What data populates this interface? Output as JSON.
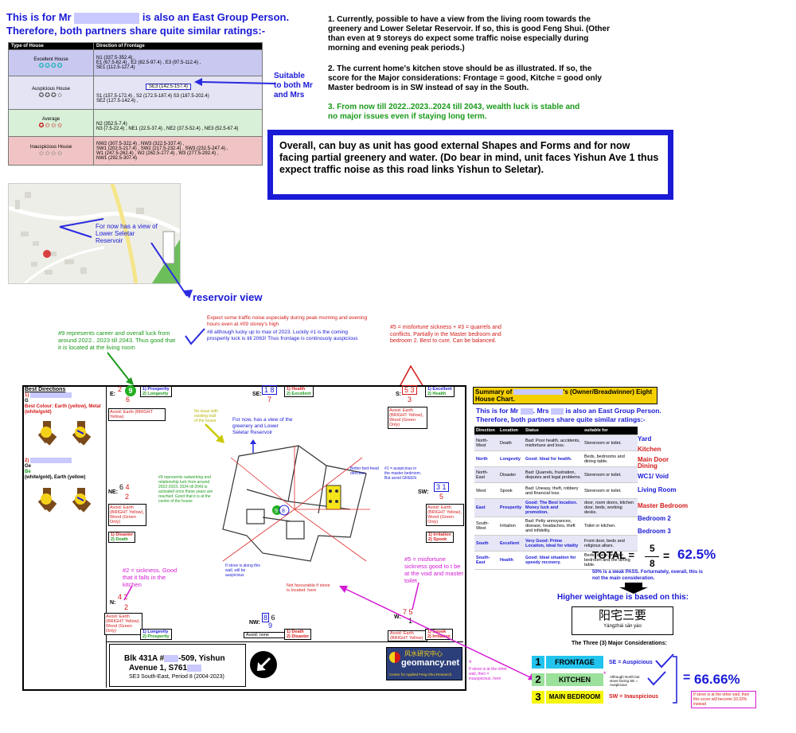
{
  "header": {
    "line1_pre": "This is for Mr",
    "line1_post": "is also an East Group Person.",
    "line2": "Therefore, both partners share quite similar ratings:-"
  },
  "ratings_table": {
    "col1": "Type of House",
    "col2": "Direction of Frontage",
    "rows": [
      {
        "type": "Excellent House",
        "stars": "✪✪✪✪",
        "dirs": "N1 (337.5-352.4) ,\nE1 (67.5-82.4) , E2 (82.5-97.4) , E3 (97.5-112.4) ,\nSE1 (112.5-127.4)"
      },
      {
        "type": "Auspicious House",
        "stars": "✪✪✪✩",
        "highlight": "SE3 (142.5-157.4)",
        "dirs": "S1 (157.5-172.4) , S2 (172.5-187.4)  S3 (187.5-202.4)\nSE2 (127.5-142.4) ,"
      },
      {
        "type": "Average",
        "stars": "✪✩✩✩",
        "dirs": "N2 (352.5-7.4)\nN3 (7.5-22.4) , NE1 (22.5-37.4) , NE2 (37.5-52.4) , NE3 (52.5-67.4)"
      },
      {
        "type": "Inauspicious House",
        "stars": "✩✩✩✩",
        "dirs": "NW2 (307.5-322.4) , NW3 (322.5-337.4) ,\nSW1 (202.5-217.4) , SW2 (217.5-232.4) , SW3 (232.5-247.4) ,\nW1 (247.5-262.4) , W2 (262.5-277.4) , W3 (277.5-292.4) ,\nNW1 (292.5-307.4)"
      }
    ]
  },
  "suitable_note": "Suitable\nto both Mr\nand Mrs",
  "notes": {
    "n1": "1. Currently, possible to have a view from the living room towards the greenery and Lower Seletar Reservoir. If so, this is good Feng Shui. (Other than even at 9 storeys do expect some traffic noise especially during morning and evening peak periods.)",
    "n2": "2. The current home's kitchen stove should be as illustrated. If so, the score for the Major considerations: Frontage = good, Kitche = good only Master bedroom is in SW instead of say in the South.",
    "n3": "3. From now till 2022..2023..2024 till 2043, wealth luck is stable and no major issues even if staying long term."
  },
  "overall_box": "Overall, can buy as unit has good external Shapes and Forms and for now facing partial greenery and water. (Do bear in mind, unit faces Yishun Ave 1 thus expect traffic noise as this road links Yishun to Seletar).",
  "map": {
    "callout": "For now has a view of\nLower Seletar\nReservoir",
    "caption": "reservoir view"
  },
  "plan_notes": {
    "traffic": "Expect some traffic noise especially during peak morning and evening hours even at #09 storey's high",
    "eight": "#8 although lucky up to max of 2023. Luckily #1 is the coming prosperity luck is till 2063! Thus frontage is continously auspicious",
    "nine": "#9 represents career and overall luck from around 2022.. 2023 till 2043. Thus good that it is located at the living room",
    "misfortune_top": "#5 = misfortune sickness + #3 = quarrels and conflicts. Partially in the Master bedroom and bedroom 2. Best to cure. Can be balanced.",
    "greenery": "For now, has a view of the greenery and Lower Seletar Reservoir",
    "sickness": "#2 = sickness. Good that it falls in the kitchen",
    "misfortune_bottom": "#5 = misfortune sickness good to t be at the void and master toilet",
    "not_fav": "Not favourable if stove is located. here",
    "stove_wall": "If stove is along this wall, will be auspicious",
    "nine_small": "#9 represents outworking and relationship luck from around 2022-2023. 2024 till 2043 is activated once these years are reached. Good that it is at the centre of the house",
    "best_bed": "Better bed-head direction",
    "one_aus": "#1 = auspicious in the master bedroom. But avoid GREEN",
    "yellow_note": "No issue with existing wall of the house",
    "stove_other": "If stove is at the other wall, then = inauspicious. here"
  },
  "best_directions": {
    "title": "Best Directions",
    "item1": "1)",
    "item1_sub": "G",
    "best_colour": "Best Colour: Earth (yellow), Metal (white/gold)",
    "item2": "2)",
    "item2_sub1": "Ge",
    "item2_sub2": "Be",
    "item2_colour": "(white/gold), Earth (yellow)"
  },
  "palaces": {
    "E": {
      "dir": "E:",
      "nums": "2  9",
      "bottom": "6",
      "l1": "1) Prosperity",
      "l2": "2) Longevity",
      "avoid": "Avoid: Earth (BRIGHT Yellow)"
    },
    "SE": {
      "dir": "SE:",
      "nums": "1  8",
      "bottom": "7",
      "l1": "1) Health",
      "l2": "2) Excellent"
    },
    "S": {
      "dir": "S:",
      "nums": "5  3",
      "bottom": "3",
      "l1": "1) Excellent",
      "l2": "2) Health",
      "avoid": "Avoid: Earth (BRIGHT Yellow), Wood (Green Only)"
    },
    "NE": {
      "dir": "NE:",
      "nums": "6  4",
      "bottom": "2",
      "l1": "1) Disaster",
      "l2": "2) Death",
      "avoid": "Avoid: Earth (BRIGHT Yellow), Wood (Green Only)"
    },
    "SW": {
      "dir": "SW:",
      "nums": "3  1",
      "bottom": "5",
      "l1": "1) Irritation",
      "l2": "2) Spook",
      "avoid": "Avoid: Earth (BRIGHT Yellow), Wood (Green Only)"
    },
    "N": {
      "dir": "N:",
      "nums": "4  2",
      "bottom": "2",
      "l1": "1) Longevity",
      "l2": "2) Prosperity",
      "avoid": "Avoid: Earth (BRIGHT Yellow), Wood (Green Only)"
    },
    "NW": {
      "dir": "NW:",
      "nums": "8  6",
      "bottom": "9",
      "l1": "1) Death",
      "l2": "2) Disaster",
      "avoid": "Avoid: none"
    },
    "W": {
      "dir": "W:",
      "nums": "7  5",
      "bottom": "1",
      "l1": "1) Spook",
      "l2": "2) Irritation",
      "avoid": "Avoid: Earth (BRIGHT Yellow)"
    }
  },
  "address": {
    "line1": "Blk 431A #",
    "line1b": "-509, Yishun",
    "line2": "Avenue 1, S761",
    "line3": "SE3 South-East, Period 8 (2004-2023)"
  },
  "logo": {
    "chinese": "风水研究中心",
    "brand": "geomancy.net",
    "sub": "Center for Applied Feng Shui Research"
  },
  "summary": {
    "title_pre": "Summary of",
    "title_post": "'s (Owner/Breadwinner) Eight House Chart.",
    "sub1_pre": "This is for Mr",
    "sub1_mid": ". Mrs",
    "sub1_post": "is also an East Group Person.",
    "sub2": "Therefore, both partners share quite similar ratings:-",
    "headers": [
      "Direction",
      "Location",
      "Status",
      "suitable for"
    ],
    "rows": [
      {
        "dir": "North-West",
        "loc": "Death",
        "status": "Bad: Poor health, accidents, misfortune and loss.",
        "suit": "Storeroom or toilet.",
        "side": "Yard",
        "side_color": "#1a1ad6"
      },
      {
        "dir": "North",
        "loc": "Longevity",
        "status": "Good: Ideal for health.",
        "suit": "Beds, bedrooms and dining table.",
        "side": "Kitchen",
        "side_color": "#d41a1a"
      },
      {
        "dir": "North-East",
        "loc": "Disaster",
        "status": "Bad: Quarrels, frustration, disputes and legal problems.",
        "suit": "Storeroom or toilet.",
        "side": "Main Door Dining",
        "side_color": "#d41a1a"
      },
      {
        "dir": "West",
        "loc": "Spook",
        "status": "Bad: Uneasy, theft, robbery and financial loss.",
        "suit": "Storeroom or toilet.",
        "side": "WC1/ Void",
        "side_color": "#1a1ad6"
      },
      {
        "dir": "East",
        "loc": "Prosperity",
        "status": "Good: The Best location. Money luck and promotion.",
        "suit": "door, room doors, kitchen door, beds, working desks.",
        "side": "Living Room",
        "side_color": "#1a1ad6"
      },
      {
        "dir": "South-West",
        "loc": "Irritation",
        "status": "Bad: Petty annoyances, disease, headaches, theft and infidelity.",
        "suit": "Toilet or kitchen.",
        "side": "Master Bedroom",
        "side_color": "#d41a1a"
      },
      {
        "dir": "South",
        "loc": "Excellent",
        "status": "Very Good: Prime Location, ideal for vitality",
        "suit": "Front door, beds and religious altars.",
        "side": "Bedroom 2",
        "side_color": "#1a1ad6"
      },
      {
        "dir": "South-East",
        "loc": "Health",
        "status": "Good: Ideal situation for speedy recovery.",
        "suit": "Beds, doors, master bedroom and the dining table.",
        "side": "Bedroom 3",
        "side_color": "#1a1ad6"
      }
    ],
    "total_label": "TOTAL =",
    "total_num": "5",
    "total_den": "8",
    "total_eq": "=",
    "total_pct": "62.5%",
    "pass_note": "50% is a weak PASS. Forturnately, overall, this is not the main consideration.",
    "weightage": "Higher weightage is based on this:",
    "chinese": "阳宅三要",
    "pinyin": "Yángzhái sān yào",
    "three": "The Three (3) Major Considerations:",
    "cons": [
      {
        "num": "1",
        "label": "FRONTAGE",
        "bg": "#22c4ee",
        "result": "SE = Auspicious",
        "rc": "#1a1ad6"
      },
      {
        "num": "2",
        "label": "KITCHEN",
        "bg": "#9be09b",
        "result": "Although North but stove facing SE = Auspicious",
        "rc": "#000"
      },
      {
        "num": "3",
        "label": "MAIN BEDROOM",
        "bg": "#f5f510",
        "result": "SW = Inauspicious",
        "rc": "#d41a1a"
      }
    ],
    "final_eq": "=",
    "final_pct": "66.66%",
    "final_note": "If stove is at the other wall, then this score will become 33.33% instead"
  },
  "colors": {
    "blue": "#1a1ad6",
    "green": "#1b9a1b",
    "red": "#d41a1a",
    "magenta": "#d41ad4"
  }
}
